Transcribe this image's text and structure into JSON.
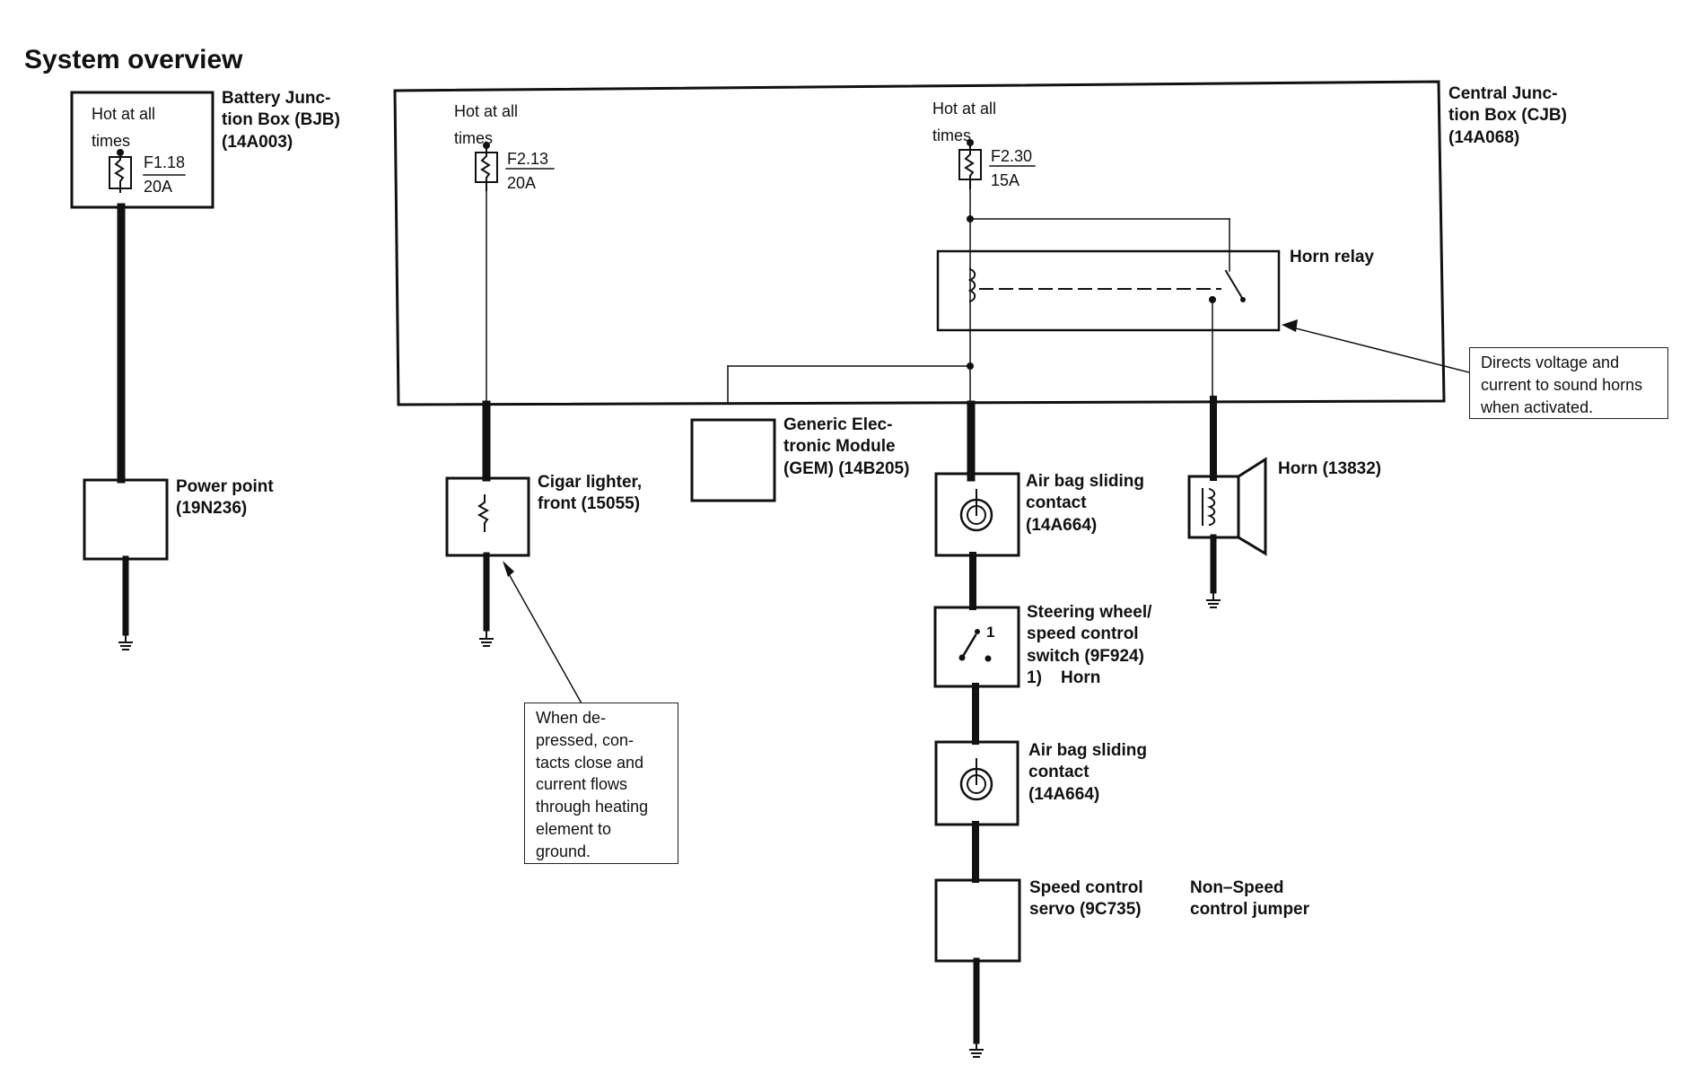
{
  "title": "System overview",
  "components": {
    "bjb": {
      "name": "Battery Junc-\ntion Box (BJB)\n(14A003)",
      "hot": "Hot at all\ntimes",
      "fuse_id": "F1.18",
      "fuse_rating": "20A"
    },
    "cjb": {
      "name": "Central Junc-\ntion Box (CJB)\n(14A068)",
      "fuse_a": {
        "hot": "Hot at all\ntimes",
        "id": "F2.13",
        "rating": "20A"
      },
      "fuse_b": {
        "hot": "Hot at all\ntimes",
        "id": "F2.30",
        "rating": "15A"
      }
    },
    "horn_relay": "Horn relay",
    "relay_note": "Directs voltage and\ncurrent to sound horns\nwhen activated.",
    "power_point": "Power point\n(19N236)",
    "cigar_lighter": "Cigar lighter,\nfront (15055)",
    "cigar_note": "When de-\npressed, con-\ntacts close and\ncurrent flows\nthrough heating\nelement to\nground.",
    "gem": "Generic Elec-\ntronic Module\n(GEM) (14B205)",
    "airbag_1": "Air bag sliding\ncontact\n(14A664)",
    "steering_switch": "Steering wheel/\nspeed control\nswitch (9F924)\n1)    Horn",
    "switch_pin": "1",
    "airbag_2": "Air bag sliding\ncontact\n(14A664)",
    "servo": "Speed control\nservo (9C735)",
    "jumper": "Non–Speed\ncontrol jumper",
    "horn": "Horn (13832)"
  }
}
